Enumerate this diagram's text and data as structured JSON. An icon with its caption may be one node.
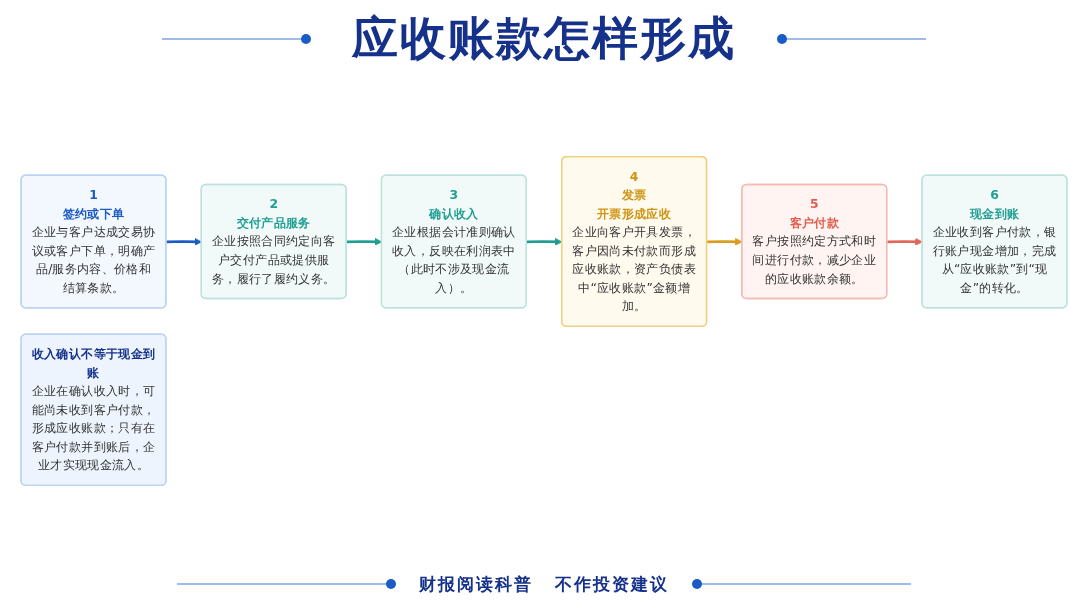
{
  "diagram": {
    "title": "应收账款怎样形成",
    "nodes": [
      {
        "text": [
          "1",
          "签约或下单",
          "企业与客户达成交易协议或客户下单，明确产品/服务内容、价格和结算条款。"
        ]
      },
      {
        "text": [
          "2",
          "交付产品服务",
          "企业按照合同约定向客户交付产品或提供服务，履行了履约义务。"
        ]
      },
      {
        "text": [
          "3",
          "确认收入",
          "企业根据会计准则确认收入，反映在利润表中（此时不涉及现金流入）。"
        ]
      },
      {
        "text": [
          "4",
          "发票",
          "开票形成应收",
          "企业向客户开具发票，客户因尚未付款而形成应收账款，资产负债表中“应收账款”金额增加。"
        ]
      },
      {
        "text": [
          "5",
          "客户付款",
          "客户按照约定方式和时间进行付款，减少企业的应收账款余额。"
        ]
      },
      {
        "text": [
          "6",
          "现金到账",
          "企业收到客户付款，银行账户现金增加，完成从“应收账款”到“现金”的转化。"
        ]
      },
      {
        "text": [
          "收入确认不等于现金到账",
          "企业在确认收入时，可能尚未收到客户付款，形成应收账款；只有在客户付款并到账后，企业才实现现金流入。"
        ]
      }
    ],
    "edges": [
      {
        "from": 0,
        "to": 1,
        "arrow": "to",
        "color": "#1a5bc4"
      },
      {
        "from": 1,
        "to": 2,
        "arrow": "to"
      },
      {
        "from": 2,
        "to": 3,
        "arrow": "to"
      },
      {
        "from": 3,
        "to": 4,
        "arrow": "to",
        "color": "#d99d1a"
      },
      {
        "from": 4,
        "to": 5,
        "arrow": "to",
        "color": "#e2665a"
      }
    ],
    "labels": [
      "财报阅读科普",
      "不作投资建议"
    ]
  }
}
